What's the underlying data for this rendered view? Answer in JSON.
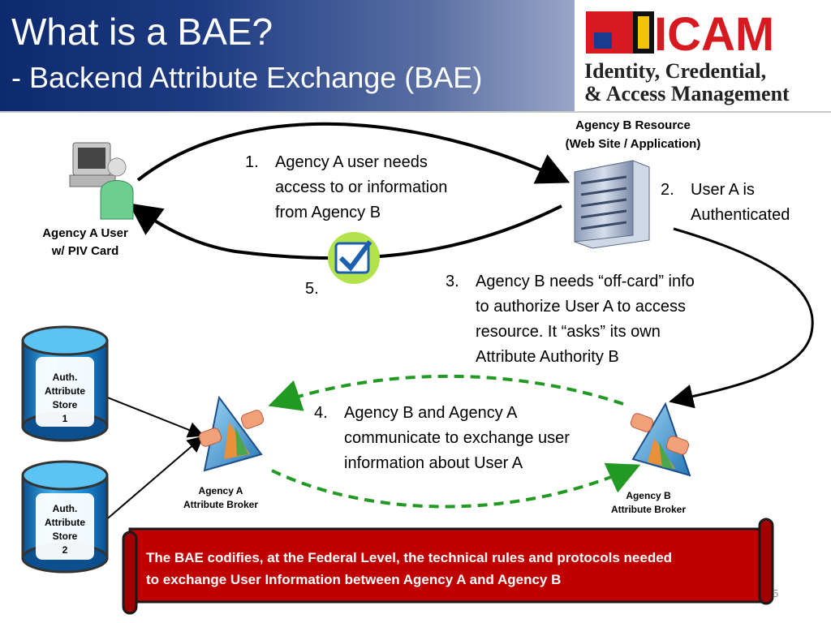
{
  "title": {
    "line1": "What is a BAE?",
    "line2": "- Backend Attribute Exchange (BAE)"
  },
  "logo": {
    "wordmark": "ICAM",
    "line1": "Identity, Credential,",
    "line2": "& Access Management"
  },
  "nodes": {
    "user_line1": "Agency A User",
    "user_line2": "w/ PIV Card",
    "resource_line1": "Agency B Resource",
    "resource_line2": "(Web Site / Application)",
    "store1_line1": "Auth.",
    "store1_line2": "Attribute",
    "store1_line3": "Store",
    "store1_line4": "1",
    "store2_line1": "Auth.",
    "store2_line2": "Attribute",
    "store2_line3": "Store",
    "store2_line4": "2",
    "brokerA_line1": "Agency A",
    "brokerA_line2": "Attribute Broker",
    "brokerB_line1": "Agency B",
    "brokerB_line2": "Attribute Broker"
  },
  "steps": {
    "s1_num": "1.",
    "s1_l1": "Agency A user needs",
    "s1_l2": "access to or information",
    "s1_l3": "from Agency B",
    "s2_num": "2.",
    "s2_l1": "User A is",
    "s2_l2": "Authenticated",
    "s3_num": "3.",
    "s3_l1": "Agency B needs “off-card” info",
    "s3_l2": "to authorize User A to access",
    "s3_l3": "resource. It  “asks” its own",
    "s3_l4": "Attribute Authority B",
    "s4_num": "4.",
    "s4_l1": "Agency B and Agency A",
    "s4_l2": "communicate to exchange user",
    "s4_l3": "information about User A",
    "s5_num": "5."
  },
  "banner": {
    "text_l1": "The BAE codifies, at the Federal Level, the technical rules and protocols needed",
    "text_l2": "to exchange User Information between Agency A and Agency B"
  },
  "page_number": "5",
  "colors": {
    "header_dark": "#0e2a6e",
    "banner_red": "#c00000",
    "dashed_green": "#229922",
    "store_blue": "#1a8fd8"
  }
}
